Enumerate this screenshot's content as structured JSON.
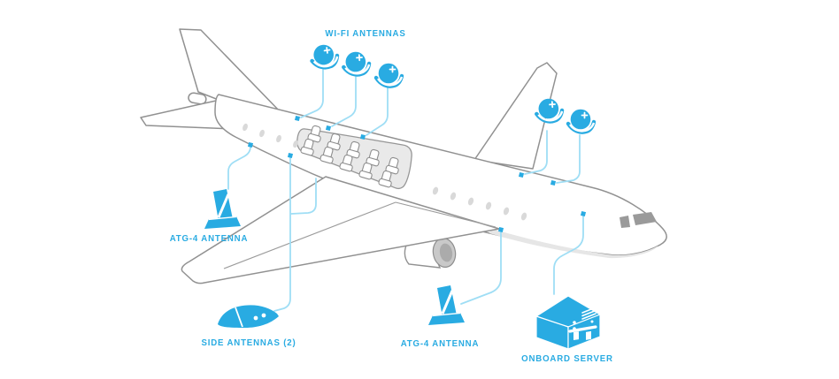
{
  "diagram": {
    "colors": {
      "accent": "#29ABE2",
      "leader_line": "#9FDEF5",
      "airframe_outline": "#919191",
      "cutaway_fill": "#E9E9E9",
      "background": "#FFFFFF"
    },
    "callouts": {
      "wifi_antennas": {
        "label": "WI-FI ANTENNAS",
        "icon": "wifi-dome-antenna-icon",
        "icon_count": 5
      },
      "atg4_antenna_left": {
        "label": "ATG-4 ANTENNA",
        "icon": "atg4-blade-antenna-icon",
        "icon_count": 1
      },
      "side_antennas": {
        "label": "SIDE ANTENNAS (2)",
        "icon": "side-antenna-fairing-icon",
        "icon_count": 1
      },
      "atg4_antenna_belly": {
        "label": "ATG-4 ANTENNA",
        "icon": "atg4-blade-antenna-icon",
        "icon_count": 1
      },
      "onboard_server": {
        "label": "ONBOARD SERVER",
        "icon": "onboard-server-icon",
        "icon_count": 1
      }
    }
  }
}
